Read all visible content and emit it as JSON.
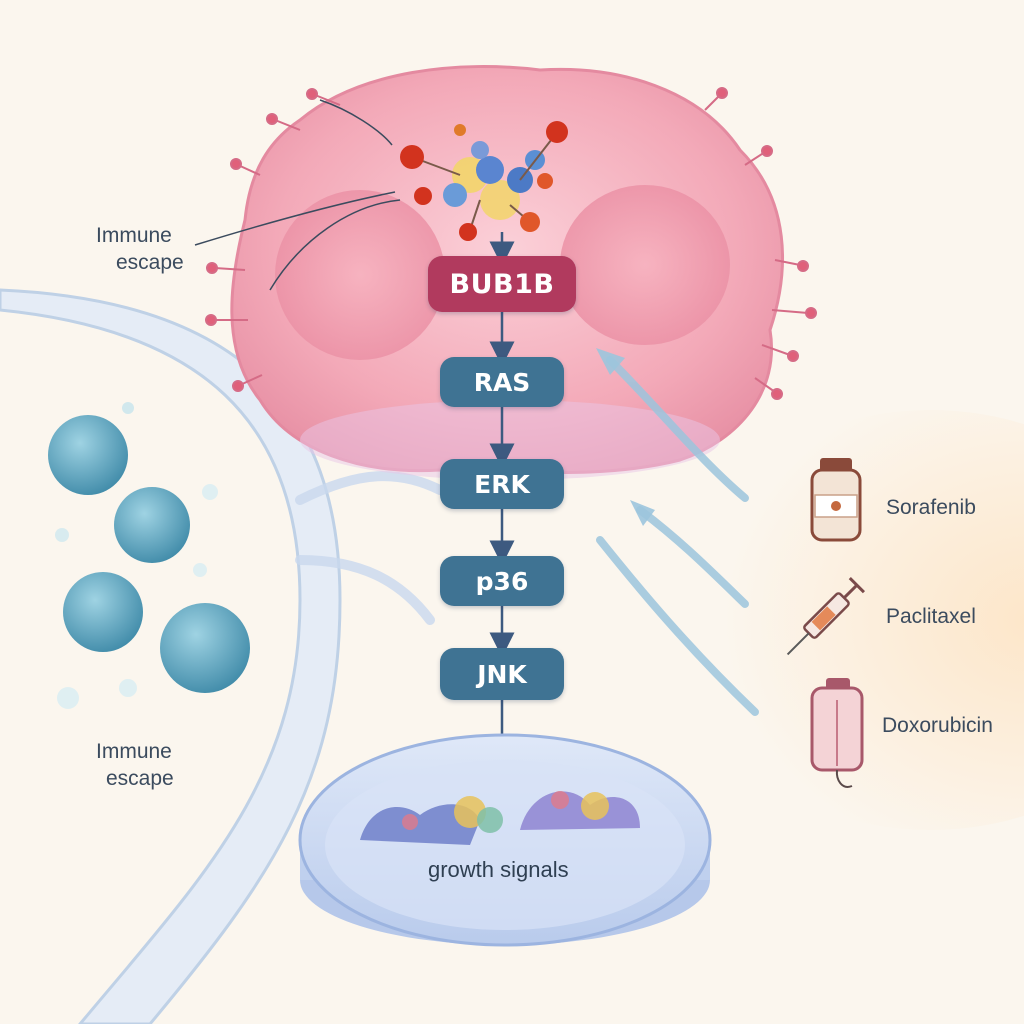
{
  "cell_labels": {
    "immune_top_line1": "Immune",
    "immune_top_line2": "escape",
    "immune_bottom_line1": "Immune",
    "immune_bottom_line2": "escape"
  },
  "pathway": {
    "nodes": [
      {
        "id": "bub1b",
        "label": "BUB1B"
      },
      {
        "id": "ras",
        "label": "RAS"
      },
      {
        "id": "erk",
        "label": "ERK"
      },
      {
        "id": "p36",
        "label": "p36"
      },
      {
        "id": "jnk",
        "label": "JNK"
      }
    ]
  },
  "dish": {
    "label": "growth signals"
  },
  "drugs": [
    {
      "name": "Sorafenib",
      "icon": "vial-icon"
    },
    {
      "name": "Paclitaxel",
      "icon": "syringe-icon"
    },
    {
      "name": "Doxorubicin",
      "icon": "iv-bag-icon"
    }
  ],
  "colors": {
    "cell_fill": "#f3a9b8",
    "bub1b_box": "#b13a5e",
    "pathway_box": "#3f7393",
    "immune_cell": "#5aa3bd",
    "dish": "#c9d8f2"
  }
}
